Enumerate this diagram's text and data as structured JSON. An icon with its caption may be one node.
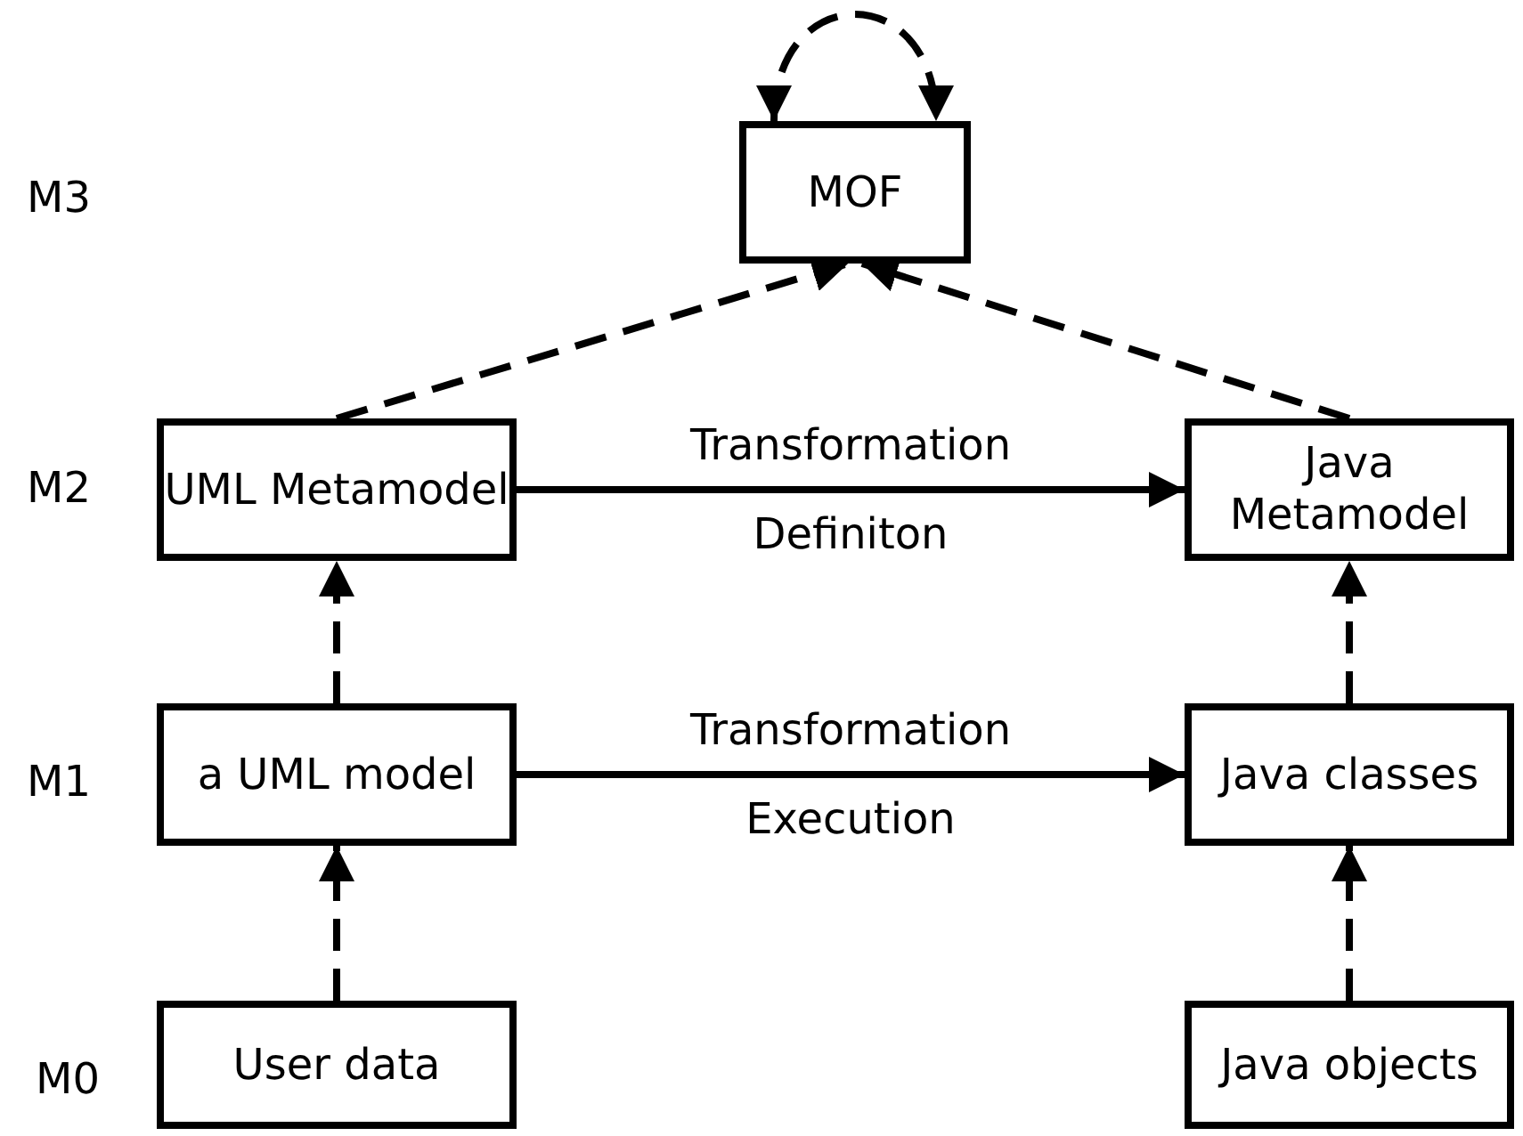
{
  "diagram": {
    "nodes": [
      {
        "text": [
          "MOF"
        ]
      },
      {
        "text": [
          "UML Metamodel"
        ]
      },
      {
        "text": [
          "Java Metamodel"
        ]
      },
      {
        "text": [
          "a UML model"
        ]
      },
      {
        "text": [
          "Java classes"
        ]
      },
      {
        "text": [
          "User data"
        ]
      },
      {
        "text": [
          "Java objects"
        ]
      }
    ],
    "edges": [
      {
        "from": 0,
        "to": 0,
        "arrow": "both",
        "style": "dashed"
      },
      {
        "from": 1,
        "to": 0,
        "arrow": "to",
        "style": "dashed"
      },
      {
        "from": 2,
        "to": 0,
        "arrow": "to",
        "style": "dashed"
      },
      {
        "from": 1,
        "to": 2,
        "arrow": "to",
        "label": "Transformation Definiton"
      },
      {
        "from": 3,
        "to": 1,
        "arrow": "to",
        "style": "dashed"
      },
      {
        "from": 3,
        "to": 4,
        "arrow": "to",
        "label": "Transformation Execution"
      },
      {
        "from": 5,
        "to": 3,
        "arrow": "to",
        "style": "dashed"
      },
      {
        "from": 6,
        "to": 4,
        "arrow": "to",
        "style": "dashed"
      },
      {
        "from": 4,
        "to": 2,
        "arrow": "to",
        "style": "dashed"
      }
    ],
    "labels": [
      "M3",
      "M2",
      "M1",
      "M0"
    ]
  }
}
